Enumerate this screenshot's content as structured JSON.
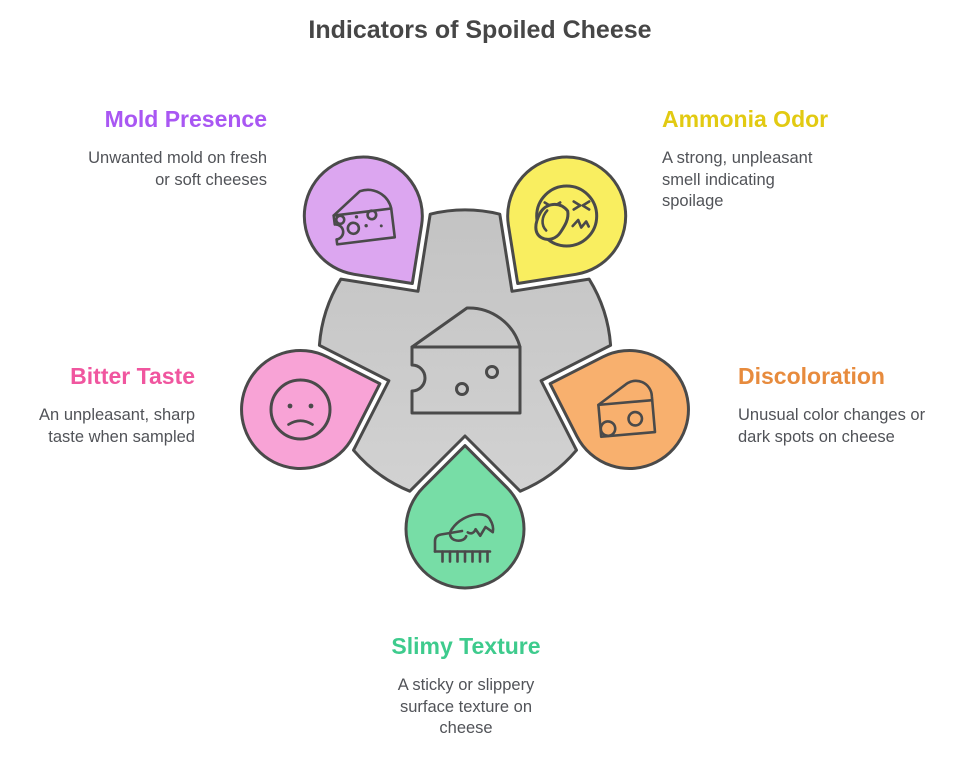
{
  "title": "Indicators of Spoiled Cheese",
  "outline_color": "#4a4a4a",
  "text_color": "#515358",
  "center": {
    "name": "spoiled-cheese-hub",
    "icon": "cheese-wedge-icon",
    "fill_top": "#c3c3c3",
    "fill_bottom": "#d2d2d2"
  },
  "items": [
    {
      "label": "Mold Presence",
      "description": "Unwanted mold on fresh or soft cheeses",
      "heading_color": "#a957f3",
      "pin_fill": "#dca6f0",
      "icon": "cheese-wedge-holes-icon",
      "position": "top-left"
    },
    {
      "label": "Ammonia Odor",
      "description": "A strong, unpleasant smell indicating spoilage",
      "heading_color": "#e2ca12",
      "pin_fill": "#f9ee60",
      "icon": "smell-disgust-face-icon",
      "position": "top-right"
    },
    {
      "label": "Bitter Taste",
      "description": "An unpleasant, sharp taste when sampled",
      "heading_color": "#f0569f",
      "pin_fill": "#f8a3d6",
      "icon": "sad-face-icon",
      "position": "left"
    },
    {
      "label": "Discoloration",
      "description": "Unusual color changes or dark spots on cheese",
      "heading_color": "#e78b3d",
      "pin_fill": "#f8b06e",
      "icon": "cheese-wedge-hole-icon",
      "position": "right"
    },
    {
      "label": "Slimy Texture",
      "description": "A sticky or slippery surface texture on cheese",
      "heading_color": "#3ecb8d",
      "pin_fill": "#77dda6",
      "icon": "hand-touch-icon",
      "position": "bottom"
    }
  ]
}
